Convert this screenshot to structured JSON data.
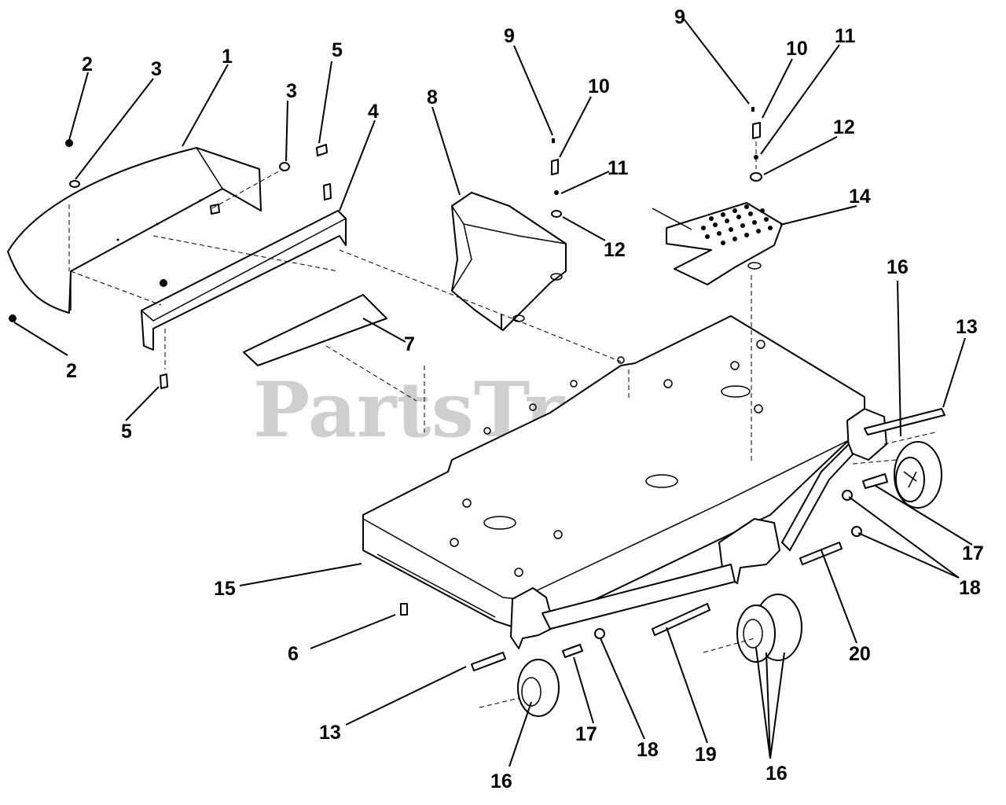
{
  "watermark": "PartsTree",
  "callouts": [
    {
      "id": "c1",
      "label": "1"
    },
    {
      "id": "c2a",
      "label": "2"
    },
    {
      "id": "c2b",
      "label": "2"
    },
    {
      "id": "c3a",
      "label": "3"
    },
    {
      "id": "c3b",
      "label": "3"
    },
    {
      "id": "c4",
      "label": "4"
    },
    {
      "id": "c5a",
      "label": "5"
    },
    {
      "id": "c5b",
      "label": "5"
    },
    {
      "id": "c6",
      "label": "6"
    },
    {
      "id": "c7",
      "label": "7"
    },
    {
      "id": "c8",
      "label": "8"
    },
    {
      "id": "c9a",
      "label": "9"
    },
    {
      "id": "c9b",
      "label": "9"
    },
    {
      "id": "c10a",
      "label": "10"
    },
    {
      "id": "c10b",
      "label": "10"
    },
    {
      "id": "c11a",
      "label": "11"
    },
    {
      "id": "c11b",
      "label": "11"
    },
    {
      "id": "c12a",
      "label": "12"
    },
    {
      "id": "c12b",
      "label": "12"
    },
    {
      "id": "c13a",
      "label": "13"
    },
    {
      "id": "c13b",
      "label": "13"
    },
    {
      "id": "c14",
      "label": "14"
    },
    {
      "id": "c15",
      "label": "15"
    },
    {
      "id": "c16a",
      "label": "16"
    },
    {
      "id": "c16b",
      "label": "16"
    },
    {
      "id": "c16c",
      "label": "16"
    },
    {
      "id": "c17a",
      "label": "17"
    },
    {
      "id": "c17b",
      "label": "17"
    },
    {
      "id": "c18a",
      "label": "18"
    },
    {
      "id": "c18b",
      "label": "18"
    },
    {
      "id": "c19",
      "label": "19"
    },
    {
      "id": "c20",
      "label": "20"
    }
  ]
}
